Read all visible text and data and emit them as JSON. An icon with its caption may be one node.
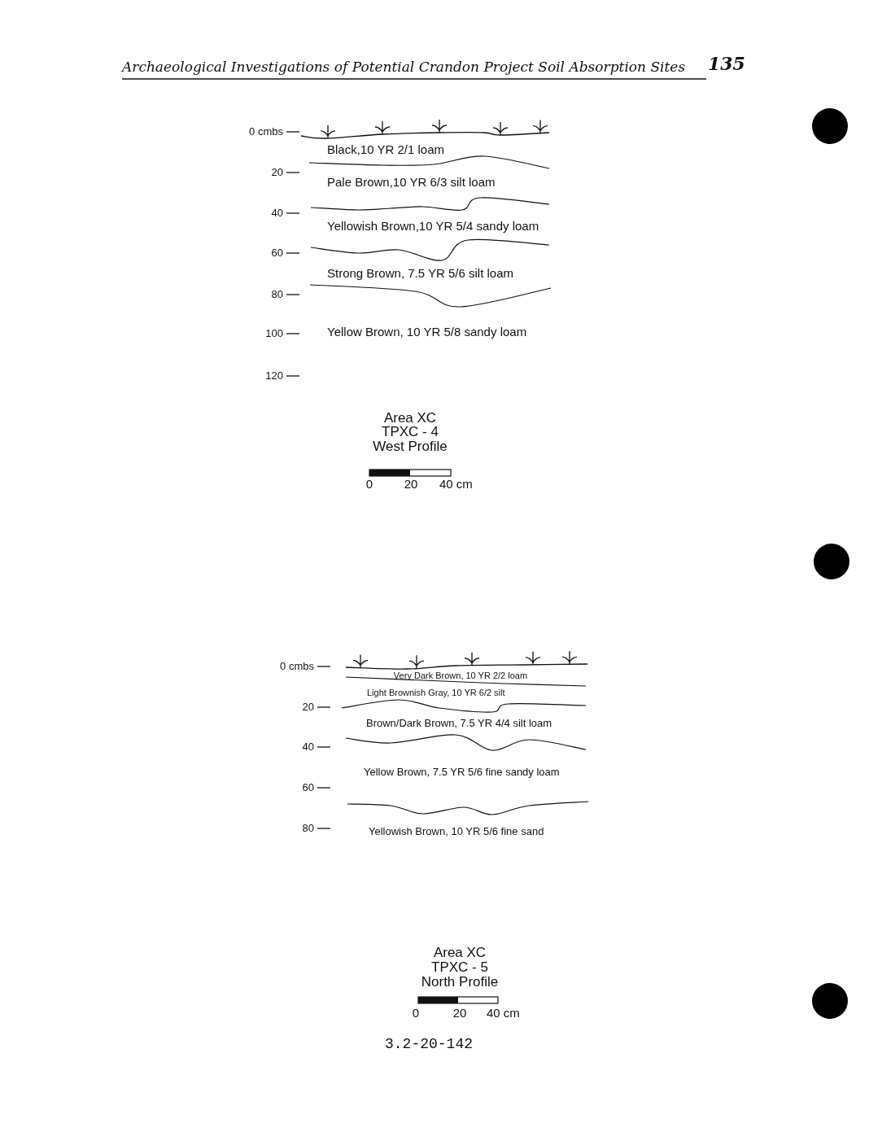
{
  "diagram": {
    "title": "Archaeological Investigations of Potential Crandon Project Soil Absorption Sites",
    "labels": [
      "135",
      "0 cmbs",
      "Black,10 YR 2/1 loam",
      "20",
      "Pale Brown,10 YR 6/3 silt loam",
      "40",
      "Yellowish Brown,10 YR 5/4 sandy loam",
      "60",
      "Strong Brown, 7.5 YR 5/6 silt loam",
      "80",
      "100",
      "Yellow Brown, 10 YR 5/8 sandy loam",
      "120",
      "Area XC",
      "TPXC - 4",
      "West Profile",
      "0",
      "20",
      "40 cm",
      "0 cmbs",
      "Very Dark Brown, 10 YR 2/2 loam",
      "Light Brownish Gray, 10 YR 6/2 silt",
      "20",
      "Brown/Dark Brown, 7.5 YR 4/4 silt loam",
      "40",
      "Yellow Brown, 7.5 YR 5/6 fine sandy loam",
      "60",
      "80",
      "Yellowish Brown, 10 YR 5/6 fine sand",
      "Area XC",
      "TPXC - 5",
      "North Profile",
      "0",
      "20",
      "40 cm",
      "3.2-20-142"
    ]
  }
}
